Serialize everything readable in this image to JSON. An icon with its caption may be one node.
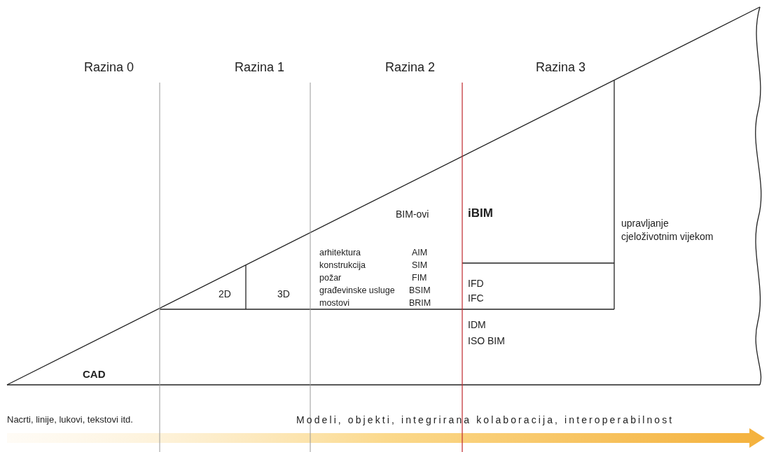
{
  "diagram": {
    "labels": [
      "Razina 0",
      "Razina 1",
      "Razina 2",
      "Razina 3",
      "BIM-ovi",
      "iBIM",
      "upravljanje cjeloživotnim vijekom",
      "arhitektura",
      "AIM",
      "konstrukcija",
      "SIM",
      "požar",
      "FIM",
      "građevinske usluge",
      "BSIM",
      "mostovi",
      "BRIM",
      "2D",
      "3D",
      "IFD",
      "IFC",
      "IDM",
      "ISO BIM",
      "CAD",
      "Nacrti, linije, lukovi, tekstovi itd.",
      "Modeli, objekti, integrirana kolaboracija, interoperabilnost"
    ]
  }
}
